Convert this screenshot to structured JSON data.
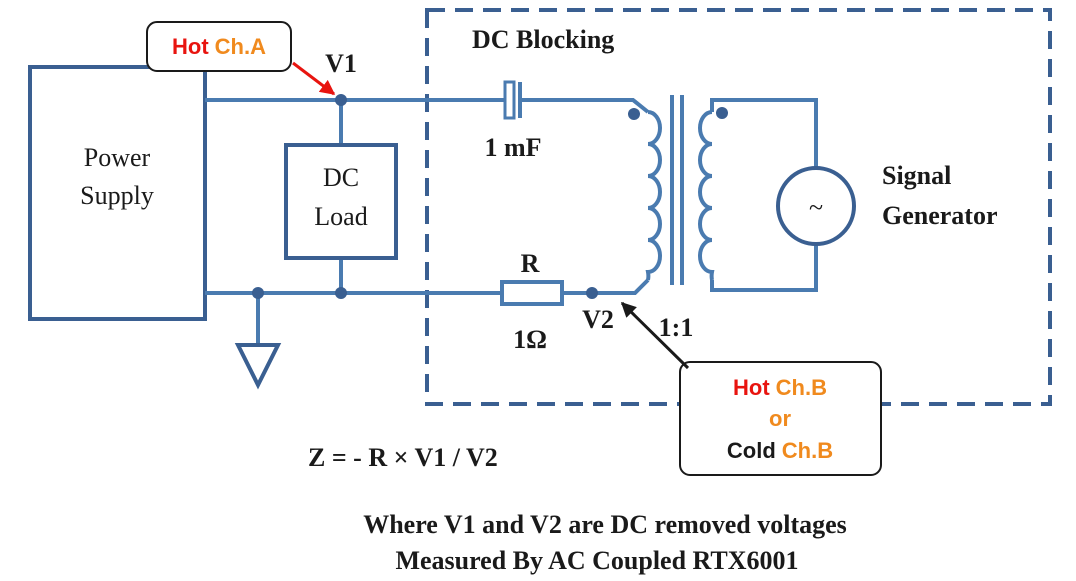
{
  "blocks": {
    "power_supply": [
      "Power",
      "Supply"
    ],
    "dc_load": [
      "DC",
      "Load"
    ],
    "signal_generator": [
      "Signal",
      "Generator"
    ],
    "generator_symbol": "~",
    "dc_blocking": "DC Blocking"
  },
  "components": {
    "capacitor_value": "1 mF",
    "resistor_name": "R",
    "resistor_value": "1Ω",
    "transformer_ratio": "1:1"
  },
  "nodes": {
    "v1": "V1",
    "v2": "V2"
  },
  "callout_a": {
    "hot": "Hot",
    "channel": "Ch.A"
  },
  "callout_b": {
    "hot": "Hot",
    "channel_1": "Ch.B",
    "or": "or",
    "cold": "Cold",
    "channel_2": "Ch.B"
  },
  "formula": "Z = - R × V1 / V2",
  "caption": [
    "Where V1 and V2 are DC removed voltages",
    "Measured By AC Coupled RTX6001"
  ],
  "colors": {
    "wire": "#4a7bb0",
    "box": "#3a5f91",
    "dashed_border": "#3a5f91",
    "hot_red": "#e8140f",
    "channel_orange": "#f08a1e",
    "arrow_red": "#e8140f",
    "arrow_black": "#1a1a1a"
  }
}
